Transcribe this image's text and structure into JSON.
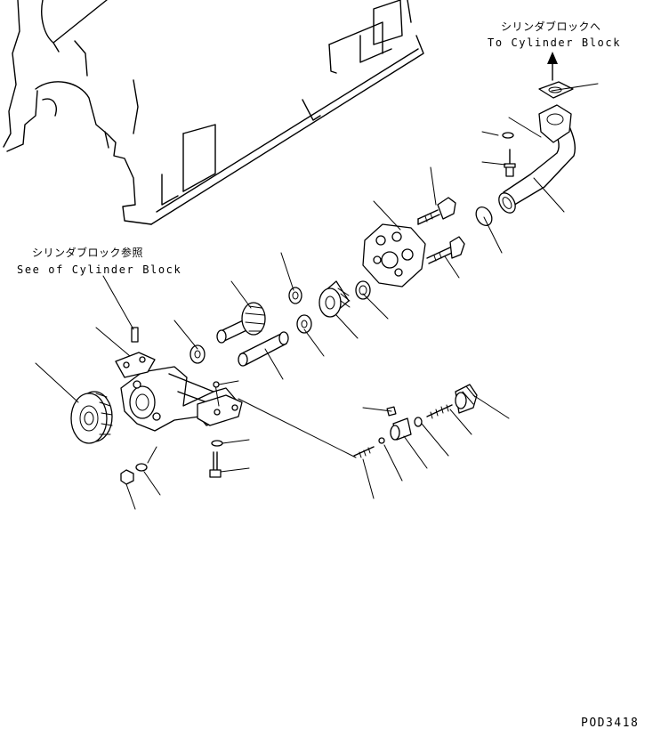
{
  "labels": {
    "to_cylinder_block_jp": "シリンダブロックへ",
    "to_cylinder_block_en": "To Cylinder Block",
    "see_cylinder_block_jp": "シリンダブロック参照",
    "see_cylinder_block_en": "See of Cylinder Block",
    "drawing_code": "POD3418"
  }
}
